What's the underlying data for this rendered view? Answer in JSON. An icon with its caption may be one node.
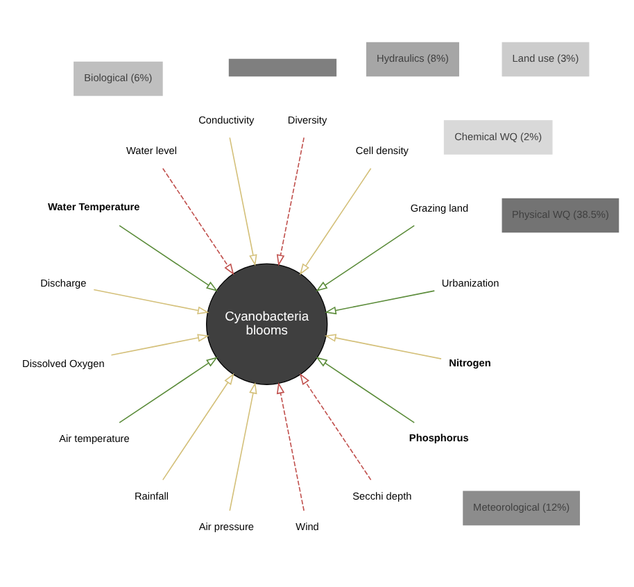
{
  "diagram": {
    "nodes": [
      {
        "text": [
          "Chemical WQ (2%)"
        ]
      },
      {
        "text": [
          "Biological (6%)"
        ]
      },
      {
        "text": [
          "Land use (3%)"
        ]
      },
      {
        "text": [
          "Hydraulics (8%)"
        ]
      },
      {
        "text": [
          "Urbanization"
        ]
      },
      {
        "text": [
          "Grazing land"
        ]
      },
      {
        "text": [
          "Cell density"
        ]
      },
      {
        "text": [
          "Diversity"
        ]
      },
      {
        "text": [
          "Conductivity"
        ]
      },
      {
        "text": [
          "Water level"
        ]
      },
      {
        "text": [
          "Water Temperature"
        ]
      },
      {
        "text": [
          "Discharge"
        ]
      },
      {
        "text": [
          "Dissolved Oxygen"
        ]
      },
      {
        "text": [
          "Meteorological (12%)"
        ]
      },
      {
        "text": [
          "Physical WQ (38.5%)"
        ]
      },
      {
        "text": [
          "Air temperature"
        ]
      },
      {
        "text": [
          "Cyanobacteria blooms"
        ]
      },
      {
        "text": [
          "Rainfall"
        ]
      },
      {
        "text": [
          "Air pressure"
        ]
      },
      {
        "text": [
          "Wind"
        ]
      },
      {
        "text": [
          "Secchi depth"
        ]
      },
      {
        "text": [
          "Phosphorus"
        ]
      },
      {
        "text": [
          "Nitrogen"
        ]
      },
      {
        "text": [],
        "shape": "bar"
      }
    ],
    "edges": [
      {
        "from": 4,
        "to": 16,
        "arrow": "to",
        "color": "#5b8c3a"
      },
      {
        "from": 5,
        "to": 16,
        "arrow": "to",
        "color": "#5b8c3a"
      },
      {
        "from": 6,
        "to": 16,
        "arrow": "to"
      },
      {
        "from": 7,
        "to": 16,
        "arrow": "to",
        "style": "dashed",
        "color": "#c0504d"
      },
      {
        "from": 8,
        "to": 16,
        "arrow": "to"
      },
      {
        "from": 9,
        "to": 16,
        "arrow": "to",
        "style": "dashed",
        "color": "#c0504d"
      },
      {
        "from": 10,
        "to": 16,
        "arrow": "to",
        "color": "#5b8c3a"
      },
      {
        "from": 11,
        "to": 16,
        "arrow": "to"
      },
      {
        "from": 12,
        "to": 16,
        "arrow": "to"
      },
      {
        "from": 15,
        "to": 16,
        "arrow": "to",
        "color": "#5b8c3a"
      },
      {
        "from": 17,
        "to": 16,
        "arrow": "to"
      },
      {
        "from": 18,
        "to": 16,
        "arrow": "to"
      },
      {
        "from": 19,
        "to": 16,
        "arrow": "to",
        "style": "dashed",
        "color": "#c0504d"
      },
      {
        "from": 20,
        "to": 16,
        "arrow": "to",
        "style": "dashed",
        "color": "#c0504d"
      },
      {
        "from": 21,
        "to": 16,
        "arrow": "to",
        "color": "#5b8c3a"
      },
      {
        "from": 22,
        "to": 16,
        "arrow": "to"
      }
    ]
  }
}
